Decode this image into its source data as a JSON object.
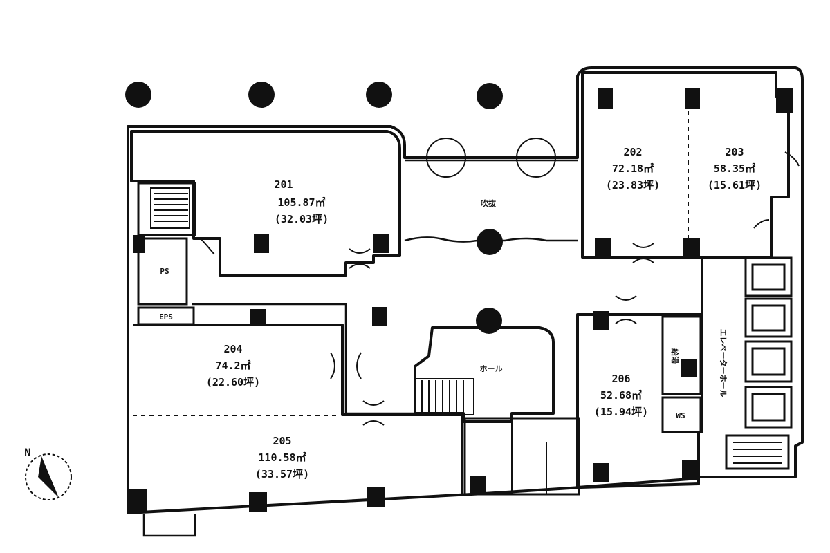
{
  "rooms": [
    {
      "id": "201",
      "area": "105.87㎡",
      "tsubo": "(32.03坪)"
    },
    {
      "id": "202",
      "area": "72.18㎡",
      "tsubo": "(23.83坪)"
    },
    {
      "id": "203",
      "area": "58.35㎡",
      "tsubo": "(15.61坪)"
    },
    {
      "id": "204",
      "area": "74.2㎡",
      "tsubo": "(22.60坪)"
    },
    {
      "id": "205",
      "area": "110.58㎡",
      "tsubo": "(33.57坪)"
    },
    {
      "id": "206",
      "area": "52.68㎡",
      "tsubo": "(15.94坪)"
    }
  ],
  "labels": {
    "void": "吹抜",
    "hall": "ホール",
    "ps": "PS",
    "eps": "EPS",
    "pantry": "給湯",
    "ws": "WS",
    "corridor": "エレベーターホール",
    "north": "N"
  }
}
